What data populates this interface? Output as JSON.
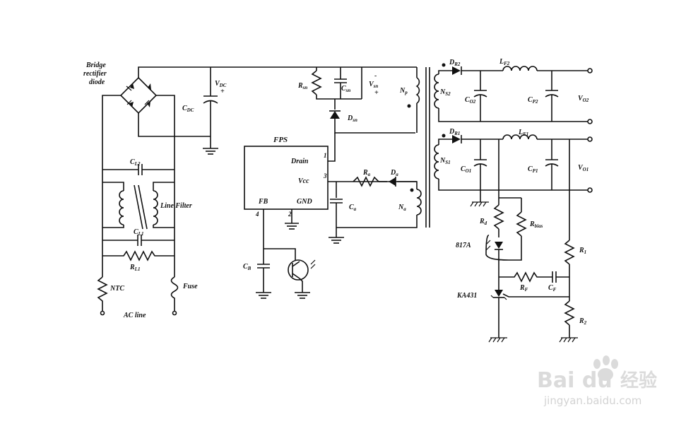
{
  "labels": {
    "bridge1": "Bridge",
    "bridge2": "rectifier",
    "bridge3": "diode",
    "cdc": "C",
    "cdc_sub": "DC",
    "vdc": "V",
    "vdc_sub": "DC",
    "rsn": "R",
    "rsn_sub": "sn",
    "csn": "C",
    "csn_sub": "sn",
    "vsn": "V",
    "vsn_sub": "sn",
    "dsn": "D",
    "dsn_sub": "sn",
    "np": "N",
    "np_sub": "p",
    "ns2": "N",
    "ns2_sub": "S2",
    "ns1": "N",
    "ns1_sub": "S1",
    "da": "D",
    "da_sub": "a",
    "ra": "R",
    "ra_sub": "a",
    "ca": "C",
    "ca_sub": "a",
    "na": "N",
    "na_sub": "a",
    "fps": "FPS",
    "drain": "Drain",
    "vcc": "Vcc",
    "fb": "FB",
    "gnd": "GND",
    "pin1": "1",
    "pin2": "2",
    "pin3": "3",
    "pin4": "4",
    "cb": "C",
    "cb_sub": "B",
    "cl2": "C",
    "cl2_sub": "L2",
    "cl1": "C",
    "cl1_sub": "L1",
    "rl1": "R",
    "rl1_sub": "L1",
    "line_filter": "Line Filter",
    "ntc": "NTC",
    "fuse": "Fuse",
    "ac_line": "AC line",
    "dr2": "D",
    "dr2_sub": "R2",
    "dr1": "D",
    "dr1_sub": "R1",
    "lf2": "L",
    "lf2_sub": "F2",
    "lf1": "L",
    "lf1_sub": "F1",
    "co2": "C",
    "co2_sub": "O2",
    "cp2": "C",
    "cp2_sub": "P2",
    "co1": "C",
    "co1_sub": "O1",
    "cp1": "C",
    "cp1_sub": "P1",
    "vo2": "V",
    "vo2_sub": "O2",
    "vo1": "V",
    "vo1_sub": "O1",
    "rd": "R",
    "rd_sub": "d",
    "rbias": "R",
    "rbias_sub": "bias",
    "opto": "817A",
    "r1": "R",
    "r1_sub": "1",
    "rf": "R",
    "rf_sub": "F",
    "cf": "C",
    "cf_sub": "F",
    "ka431": "KA431",
    "r2": "R",
    "r2_sub": "2",
    "wm_baidu": "Bai du",
    "wm_jingyan": "经验",
    "wm_url": "jingyan.baidu.com"
  }
}
